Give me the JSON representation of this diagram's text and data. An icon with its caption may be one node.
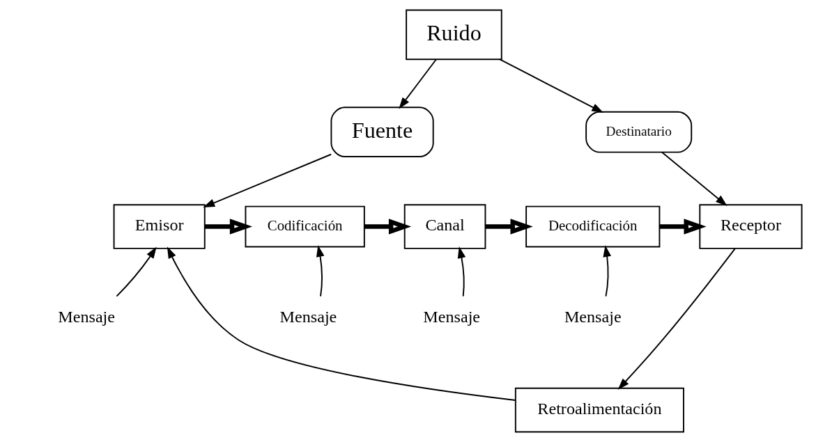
{
  "diagram": {
    "nodes": [
      {
        "text": [
          "Ruido"
        ]
      },
      {
        "text": [
          "Fuente"
        ]
      },
      {
        "text": [
          "Destinatario"
        ]
      },
      {
        "text": [
          "Emisor"
        ]
      },
      {
        "text": [
          "Codificación"
        ]
      },
      {
        "text": [
          "Canal"
        ]
      },
      {
        "text": [
          "Decodificación"
        ]
      },
      {
        "text": [
          "Receptor"
        ]
      },
      {
        "text": [
          "Mensaje"
        ]
      },
      {
        "text": [
          "Mensaje"
        ]
      },
      {
        "text": [
          "Mensaje"
        ]
      },
      {
        "text": [
          "Mensaje"
        ]
      },
      {
        "text": [
          "Retroalimentación"
        ]
      }
    ],
    "edges": [
      {
        "from": 0,
        "to": 1,
        "arrow": "to"
      },
      {
        "from": 0,
        "to": 2,
        "arrow": "to"
      },
      {
        "from": 1,
        "to": 3,
        "arrow": "to"
      },
      {
        "from": 2,
        "to": 7,
        "arrow": "to"
      },
      {
        "from": 3,
        "to": 4,
        "arrow": "to",
        "style": "thick"
      },
      {
        "from": 4,
        "to": 5,
        "arrow": "to",
        "style": "thick"
      },
      {
        "from": 5,
        "to": 6,
        "arrow": "to",
        "style": "thick"
      },
      {
        "from": 6,
        "to": 7,
        "arrow": "to",
        "style": "thick"
      },
      {
        "from": 8,
        "to": 3,
        "arrow": "to"
      },
      {
        "from": 9,
        "to": 4,
        "arrow": "to"
      },
      {
        "from": 10,
        "to": 5,
        "arrow": "to"
      },
      {
        "from": 11,
        "to": 6,
        "arrow": "to"
      },
      {
        "from": 7,
        "to": 12,
        "arrow": "to"
      },
      {
        "from": 12,
        "to": 3,
        "arrow": "to"
      }
    ]
  }
}
